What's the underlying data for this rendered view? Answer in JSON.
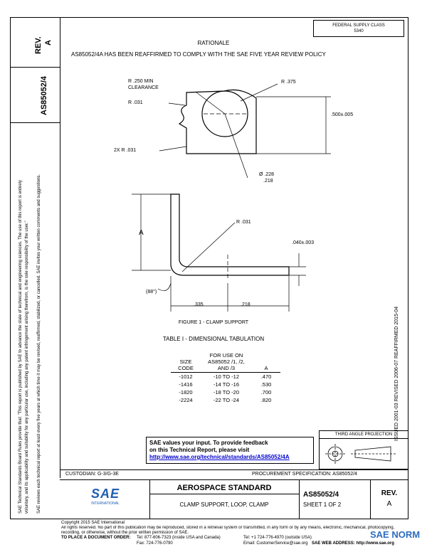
{
  "header": {
    "rev_label": "REV.",
    "rev_value": "A",
    "doc_number": "AS85052/4",
    "fsc_line1": "FEDERAL SUPPLY CLASS",
    "fsc_line2": "5340"
  },
  "rationale": {
    "title": "RATIONALE",
    "text": "AS85052/4A HAS BEEN REAFFIRMED TO COMPLY WITH THE SAE FIVE YEAR REVIEW POLICY"
  },
  "figure": {
    "top_labels": {
      "r250": "R .250 MIN",
      "clearance": "CLEARANCE",
      "r375": "R .375",
      "r031_a": "R .031",
      "r031_b": "2X R .031",
      "dim_height": ".500±.005",
      "dia1": "Ø .228",
      "dia2": ".218"
    },
    "side_labels": {
      "a": "A",
      "r031": "R .031",
      "thickness": ".040±.003",
      "angle": "(88°)",
      "w1": ".335",
      "w2": ".218"
    },
    "caption": "FIGURE 1 - CLAMP SUPPORT"
  },
  "table": {
    "title": "TABLE I - DIMENSIONAL TABULATION",
    "headers": [
      "SIZE CODE",
      "FOR USE ON AS85052 /1, /2, AND /3",
      "A"
    ],
    "rows": [
      [
        "-1012",
        "-10 TO -12",
        ".470"
      ],
      [
        "-1416",
        "-14 TO -16",
        ".530"
      ],
      [
        "-1820",
        "-18 TO -20",
        ".700"
      ],
      [
        "-2224",
        "-22 TO -24",
        ".820"
      ]
    ]
  },
  "feedback": {
    "line1": "SAE values your input. To provide feedback",
    "line2": "on this Technical Report, please visit",
    "url": "http://www.sae.org/technical/standards/AS85052/4A"
  },
  "projection_label": "THIRD ANGLE PROJECTION",
  "history": "ISSUED 2001-03   REVISED 2006-07   REAFFIRMED 2015-04",
  "left_notice": {
    "line1": "SAE Technical Standards Board Rules provide that: \"This report is published by SAE to advance the state of technical and engineering sciences. The use of this report is entirely",
    "line2": "voluntary, and its applicability and suitability for any particular use, including any patent infringement arising therefrom, is the sole responsibility of the user.\"",
    "line3": "SAE reviews each technical report at least every five years at which time it may be revised, reaffirmed, stabilized, or cancelled. SAE invites your written comments and suggestions."
  },
  "custodian": "CUSTODIAN: G-3/G-3E",
  "procurement": "PROCUREMENT SPECIFICATION: AS85052/4",
  "title_block": {
    "logo": "SAE",
    "logo_sub": "INTERNATIONAL",
    "standard": "AEROSPACE STANDARD",
    "title": "CLAMP SUPPORT, LOOP, CLAMP",
    "doc_number": "AS85052/4",
    "sheet": "SHEET 1 OF 2",
    "rev_label": "REV.",
    "rev_value": "A"
  },
  "footer": {
    "copyright": "Copyright 2015 SAE International",
    "rights": "All rights reserved. No part of this publication may be reproduced, stored in a retrieval system or transmitted, in any form or by any means, electronic, mechanical, photocopying,",
    "rights2": "recording, or otherwise, without the prior written permission of SAE.",
    "order_label": "TO PLACE A DOCUMENT ORDER:",
    "tel1": "Tel: 877-606-7323 (inside USA and Canada)",
    "tel2": "Tel: +1 724-776-4970 (outside USA)",
    "fax": "Fax: 724-776-0790",
    "email": "Email: CustomerService@sae.org",
    "web": "SAE WEB ADDRESS: http://www.sae.org",
    "watermark": "SAE NORM"
  }
}
